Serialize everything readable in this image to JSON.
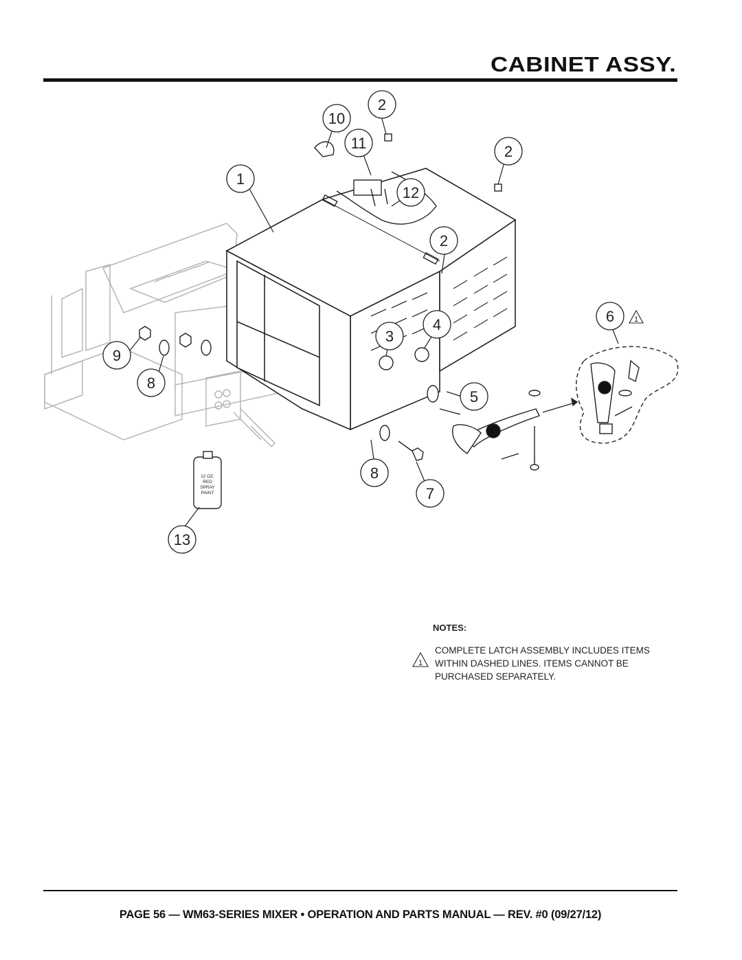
{
  "header": {
    "title": "CABINET ASSY."
  },
  "callouts": [
    "1",
    "2",
    "2",
    "2",
    "3",
    "4",
    "5",
    "6",
    "7",
    "8",
    "8",
    "9",
    "10",
    "11",
    "12",
    "13"
  ],
  "spray_can": {
    "line1": "12 OZ.",
    "line2": "RED",
    "line3": "SPRAY",
    "line4": "PAINT"
  },
  "notes": {
    "title": "NOTES:",
    "items": [
      {
        "marker": "1",
        "text": "COMPLETE LATCH ASSEMBLY INCLUDES ITEMS WITHIN DASHED LINES. ITEMS CANNOT BE PURCHASED SEPARATELY."
      }
    ]
  },
  "footer": {
    "text": "PAGE 56 — WM63-SERIES MIXER • OPERATION AND PARTS MANUAL — REV. #0 (09/27/12)"
  }
}
